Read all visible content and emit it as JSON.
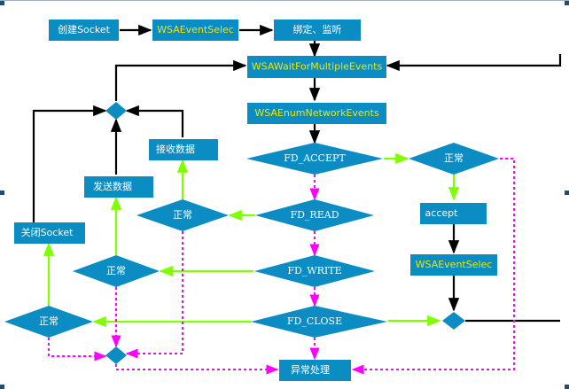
{
  "nodes": {
    "create_socket": "创建Socket",
    "wsa_event_select_top": "WSAEventSelec",
    "bind_listen": "绑定、监听",
    "wait_multiple": "WSAWaitForMultipleEvents",
    "enum_network": "WSAEnumNetworkEvents",
    "fd_accept": "FD_ACCEPT",
    "fd_read": "FD_READ",
    "fd_write": "FD_WRITE",
    "fd_close": "FD_CLOSE",
    "normal_accept": "正常",
    "normal_read": "正常",
    "normal_write": "正常",
    "normal_close": "正常",
    "accept": "accept",
    "wsa_event_select_bottom": "WSAEventSelec",
    "recv_data": "接收数据",
    "send_data": "发送数据",
    "close_socket": "关闭Socket",
    "exception": "异常处理"
  },
  "colors": {
    "box_fill": "#0b8cc3",
    "arrow_black": "#000000",
    "arrow_green": "#7fff00",
    "arrow_magenta": "#ff00ff",
    "yellow_text": "#f2e600",
    "handle": "#1f4e79"
  }
}
